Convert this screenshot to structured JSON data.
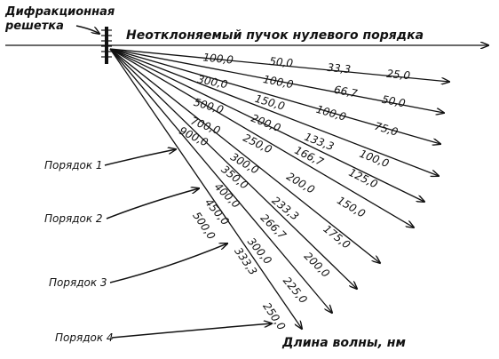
{
  "labels": {
    "grating": [
      "Дифракционная",
      "решетка"
    ],
    "zero_order": "Неотклоняемый пучок нулевого порядка",
    "wavelength_axis": "Длина волны, нм",
    "orders": [
      "Порядок 1",
      "Порядок 2",
      "Порядок 3",
      "Порядок 4"
    ]
  },
  "rays": [
    {
      "values": [
        "100,0",
        "50,0",
        "33,3",
        "25,0"
      ]
    },
    {
      "values": [
        "300,0",
        "100,0",
        "66,7",
        "50,0"
      ]
    },
    {
      "values": [
        "500,0",
        "150,0",
        "100,0",
        "75,0"
      ]
    },
    {
      "values": [
        "700,0",
        "200,0",
        "133,3",
        "100,0"
      ]
    },
    {
      "values": [
        "900,0",
        "250,0",
        "166,7",
        "125,0"
      ]
    },
    {
      "values": [
        "300,0",
        "200,0",
        "150,0"
      ]
    },
    {
      "values": [
        "350,0",
        "233,3",
        "175,0"
      ]
    },
    {
      "values": [
        "400,0",
        "266,7",
        "200,0"
      ]
    },
    {
      "values": [
        "450,0",
        "300,0",
        "225,0"
      ]
    },
    {
      "values": [
        "500,0",
        "333,3",
        "250,0"
      ]
    }
  ]
}
